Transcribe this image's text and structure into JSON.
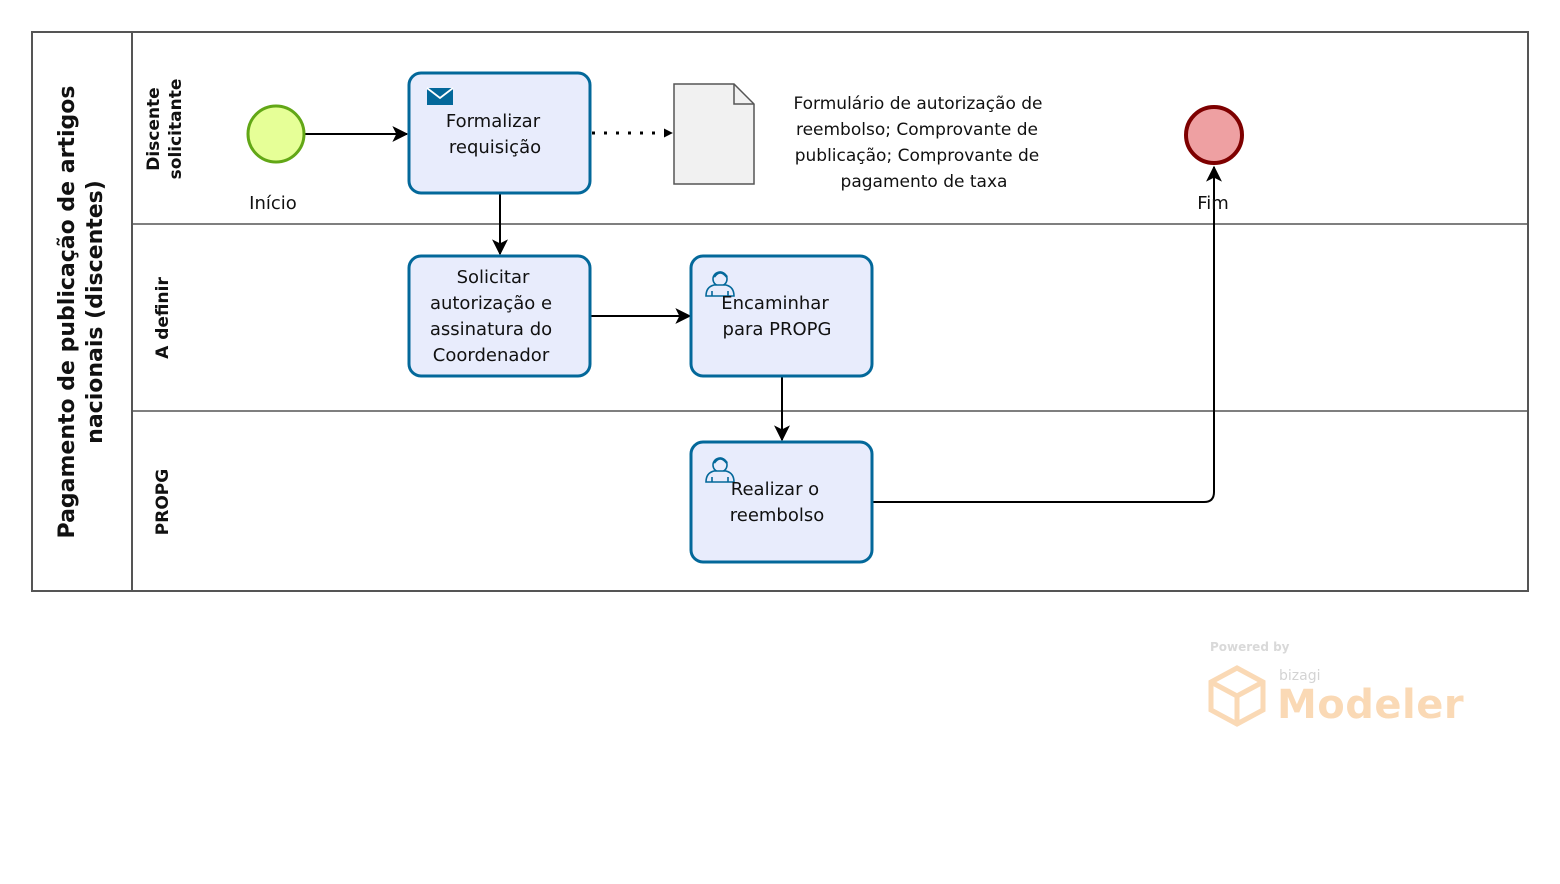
{
  "pool": {
    "title_line1": "Pagamento de publicação de artigos",
    "title_line2": "nacionais (discentes)"
  },
  "lanes": [
    {
      "line1": "Discente",
      "line2": "solicitante"
    },
    {
      "line1": "A definir",
      "line2": ""
    },
    {
      "line1": "PROPG",
      "line2": ""
    }
  ],
  "events": {
    "start": {
      "label": "Início",
      "fill": "#e6ff97",
      "stroke": "#62a716"
    },
    "end": {
      "label": "Fim",
      "fill": "#eea0a2",
      "stroke": "#7e0000"
    }
  },
  "tasks": {
    "formalizar": {
      "lines": [
        "Formalizar",
        "requisição"
      ],
      "icon": "envelope-icon"
    },
    "solicitar": {
      "lines": [
        "Solicitar",
        "autorização e",
        "assinatura do",
        "Coordenador"
      ],
      "icon": ""
    },
    "encaminhar": {
      "lines": [
        "Encaminhar",
        "para PROPG"
      ],
      "icon": "user-icon"
    },
    "realizar": {
      "lines": [
        "Realizar o",
        "reembolso"
      ],
      "icon": "user-icon"
    }
  },
  "artifact": {
    "lines": [
      "Formulário de autorização de",
      "reembolso; Comprovante de",
      "publicação; Comprovante de",
      "pagamento de taxa"
    ]
  },
  "colors": {
    "task_fill": "#e8ecfc",
    "task_stroke": "#03689a",
    "lane_stroke": "#555555",
    "doc_fill": "#f1f1f1"
  },
  "watermark": {
    "powered": "Powered by",
    "brand": "bizagi",
    "product": "Modeler"
  }
}
